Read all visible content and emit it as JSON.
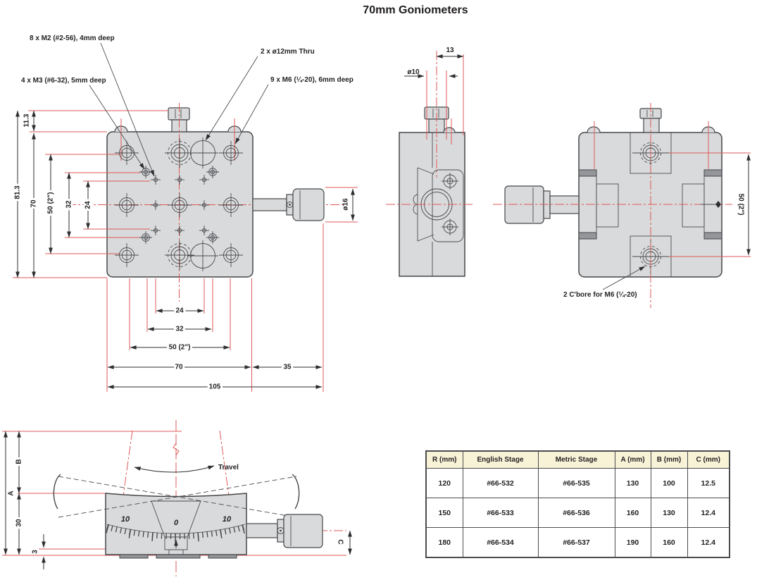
{
  "title": "70mm Goniometers",
  "front_view": {
    "callouts": {
      "m2": "8 x M2 (#2-56), 4mm deep",
      "m3": "4 x M3 (#6-32), 5mm deep",
      "thru": "2 x ø12mm Thru",
      "m6": "9 x M6 (¼-20), 6mm deep"
    },
    "vdims": {
      "h11": "11.3",
      "h81": "81.3",
      "h70": "70",
      "h50": "50 (2\")",
      "h32": "32",
      "h24": "24"
    },
    "hdims": {
      "w24": "24",
      "w32": "32",
      "w50": "50 (2\")",
      "w70": "70",
      "w35": "35",
      "w105": "105"
    },
    "knob_dia": "ø16"
  },
  "side_view": {
    "dims": {
      "w13": "13",
      "dia10": "ø10"
    }
  },
  "rear_view": {
    "dim_50": "50 (2\")",
    "callout_cbore": "2 C'bore for M6 (¼-20)"
  },
  "profile_view": {
    "travel": "Travel",
    "scale": {
      "left": "10",
      "zero": "0",
      "right": "10"
    },
    "dims": {
      "A": "A",
      "B": "B",
      "d30": "30",
      "d3": "3",
      "C": "C"
    }
  },
  "table": {
    "headers": [
      "R (mm)",
      "English Stage",
      "Metric Stage",
      "A (mm)",
      "B (mm)",
      "C (mm)"
    ],
    "rows": [
      [
        "120",
        "#66-532",
        "#66-535",
        "130",
        "100",
        "12.5"
      ],
      [
        "150",
        "#66-533",
        "#66-536",
        "160",
        "130",
        "12.4"
      ],
      [
        "180",
        "#66-534",
        "#66-537",
        "190",
        "160",
        "12.4"
      ]
    ]
  },
  "colors": {
    "red": "#dd5a5a",
    "body_gray": "#d9dadb",
    "line": "#46474a",
    "table_header_bg": "#f8f2d7"
  }
}
